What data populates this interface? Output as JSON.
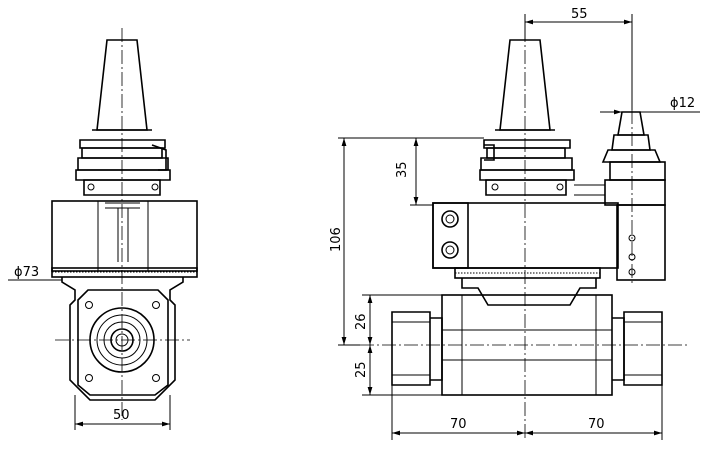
{
  "dimensions": {
    "width_left_head": "50",
    "diameter_flange": "ϕ73",
    "offset_top": "55",
    "diameter_coolant": "ϕ12",
    "height_35": "35",
    "height_106": "106",
    "height_26": "26",
    "height_25": "25",
    "width_left_70": "70",
    "width_right_70": "70"
  },
  "colors": {
    "line": "#000000",
    "background": "#ffffff"
  }
}
